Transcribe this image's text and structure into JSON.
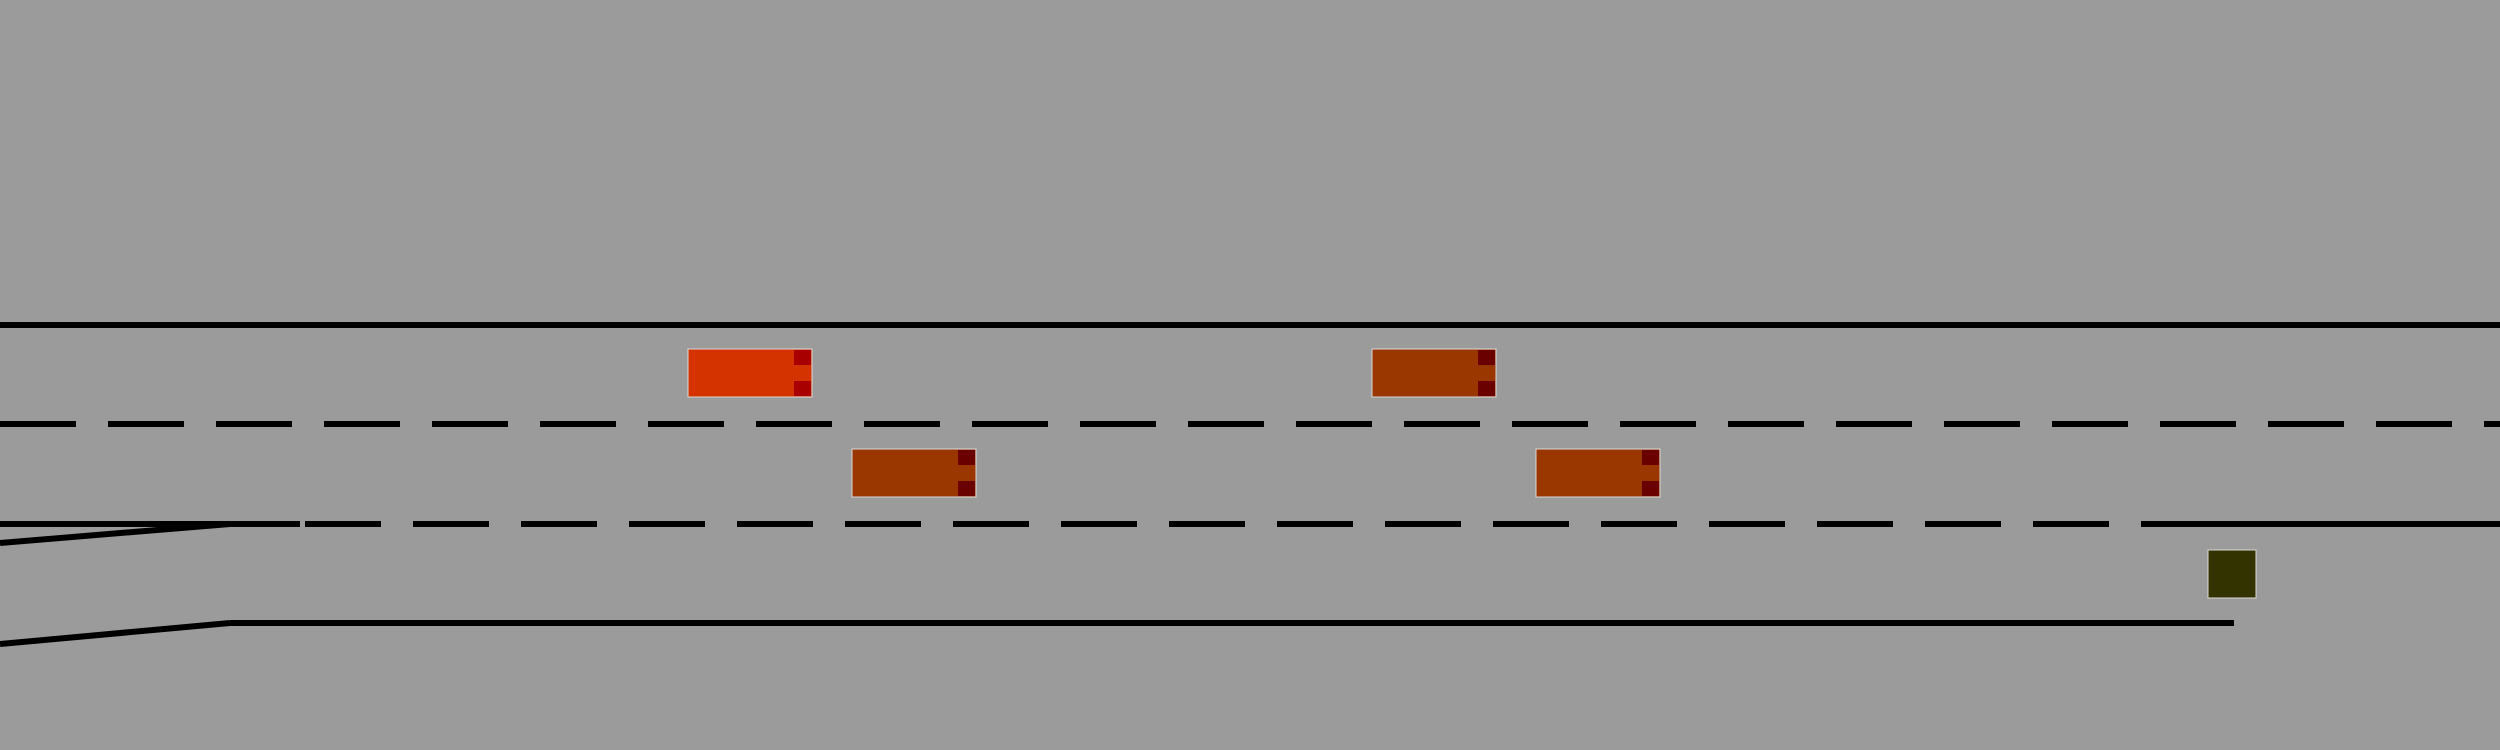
{
  "scene": {
    "background_color": "#9b9b9b",
    "road_color": "#9b9b9b",
    "line_color": "#000000"
  },
  "vehicles": [
    {
      "id": "ego-vehicle",
      "body_color": "#d43300",
      "light_color": "#a80000",
      "lane": 1,
      "heading": "right"
    },
    {
      "id": "vehicle-1",
      "body_color": "#9a3600",
      "light_color": "#6b0000",
      "lane": 1,
      "heading": "right"
    },
    {
      "id": "vehicle-2",
      "body_color": "#9a3600",
      "light_color": "#6b0000",
      "lane": 2,
      "heading": "right"
    },
    {
      "id": "vehicle-3",
      "body_color": "#9a3600",
      "light_color": "#6b0000",
      "lane": 2,
      "heading": "right"
    }
  ],
  "obstacle": {
    "color": "#333300",
    "shape": "square"
  }
}
